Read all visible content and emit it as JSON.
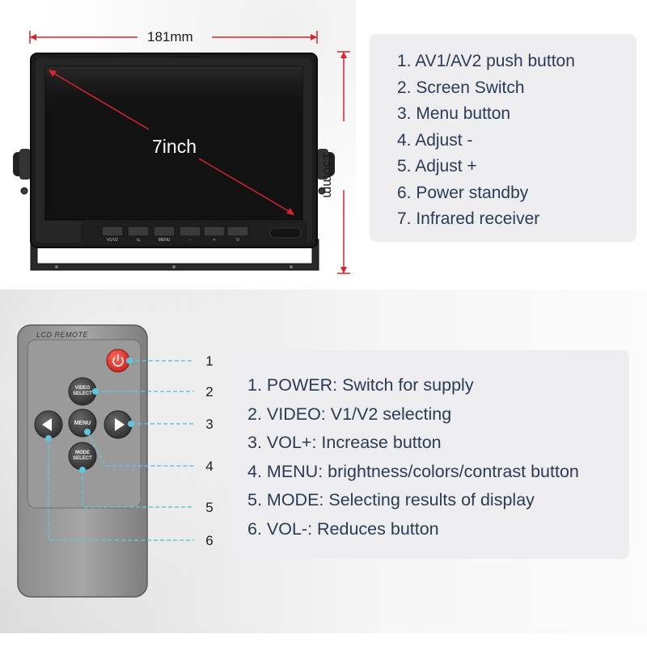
{
  "monitor": {
    "width_label": "181mm",
    "height_label": "130mm",
    "size_label": "7inch",
    "button_labels": [
      "V1/V2",
      "⇆",
      "MENU",
      "−",
      "+",
      "⏻"
    ]
  },
  "monitor_features": {
    "items": [
      "1. AV1/AV2 push button",
      "2. Screen Switch",
      "3. Menu button",
      "4. Adjust -",
      "5. Adjust +",
      "6. Power standby",
      "7. Infrared receiver"
    ]
  },
  "remote": {
    "title": "LCD REMOTE",
    "video_label_1": "VIDEO",
    "video_label_2": "SELECT",
    "menu_label": "MENU",
    "mode_label_1": "MODE",
    "mode_label_2": "SELECT",
    "callouts": [
      "1",
      "2",
      "3",
      "4",
      "5",
      "6"
    ]
  },
  "remote_features": {
    "items": [
      "1. POWER: Switch for supply",
      "2. VIDEO: V1/V2 selecting",
      "3. VOL+: Increase button",
      "4. MENU: brightness/colors/contrast button",
      "5. MODE: Selecting results of display",
      "6. VOL-: Reduces button"
    ]
  },
  "colors": {
    "dimension_line": "#d9232e",
    "callout_line": "#5fc6e0",
    "panel_text": "#2b3b55",
    "power_button": "#e0302a"
  }
}
